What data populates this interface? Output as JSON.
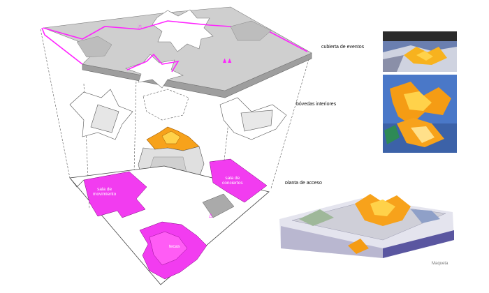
{
  "labels": {
    "cubierta": "cubierta de eventos",
    "bovedas": "bóvedas interiores",
    "planta": "planta de acceso"
  },
  "rooms": {
    "sala_movimiento_1": "sala de",
    "sala_movimiento_2": "movimiento",
    "sala_conciertos_1": "sala de",
    "sala_conciertos_2": "conciertos",
    "tecas": "tecas"
  },
  "caption": "Maqueta",
  "colors": {
    "accent": "#ff22ff",
    "room_fill": "#f23cf0",
    "vault_orange": "#f7a21b",
    "vault_yellow": "#ffd24a",
    "roof_gray": "#c9c9c9",
    "sky_blue": "#4a78c8"
  }
}
